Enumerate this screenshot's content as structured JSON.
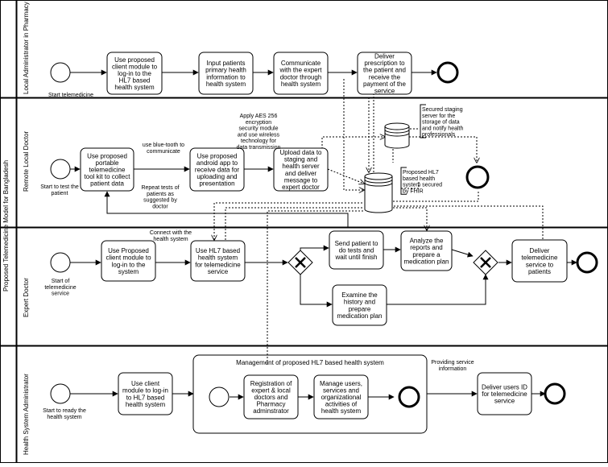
{
  "pool_title": "Proposed Telemedicine Model for Bangladesh",
  "lanes": [
    "Local Administrator in Pharmacy",
    "Remote Local Doctor",
    "Expert Doctor",
    "Health System Administrator"
  ],
  "tasks": {
    "pharm_login": [
      "Use proposed",
      "client module to",
      "log-in to the",
      "HL7 based",
      "health system"
    ],
    "pharm_input": [
      "Input patients",
      "primary health",
      "information to",
      "health system"
    ],
    "pharm_comm": [
      "Communicate",
      "with the expert",
      "doctor through",
      "health system"
    ],
    "pharm_deliver": [
      "Deliver",
      "prescription to",
      "the patient and",
      "receive the",
      "payment of the",
      "service"
    ],
    "rld_toolkit": [
      "Use proposed",
      "portable",
      "telemedicine",
      "tool kit to collect",
      "patient data"
    ],
    "rld_android": [
      "Use proposed",
      "android app to",
      "receive data for",
      "uploading and",
      "presentation"
    ],
    "rld_upload": [
      "Upload data to",
      "staging and",
      "health server",
      "and deliver",
      "message to",
      "expert doctor"
    ],
    "exp_login": [
      "Use Proposed",
      "client module to",
      "log-in to the",
      "system"
    ],
    "exp_hl7": [
      "Use HL7 based",
      "health system",
      "for telemedicine",
      "service"
    ],
    "exp_send": [
      "Send patient to",
      "do tests and",
      "wait until finish"
    ],
    "exp_analyze": [
      "Analyze the",
      "reports and",
      "prepare a",
      "medication plan"
    ],
    "exp_examine": [
      "Examine the",
      "history and",
      "prepare",
      "medication plan"
    ],
    "exp_deliver": [
      "Deliver",
      "telemedicine",
      "service to",
      "patients"
    ],
    "hsa_login": [
      "Use client",
      "module to log-in",
      "to HL7 based",
      "health system"
    ],
    "hsa_reg": [
      "Registration of",
      "expert & local",
      "doctors and",
      "Pharmacy",
      "adminstrator"
    ],
    "hsa_manage": [
      "Manage users,",
      "services and",
      "organizational",
      "activities of",
      "health system"
    ],
    "hsa_deliver": [
      "Deliver users ID",
      "for telemedicine",
      "service"
    ]
  },
  "subprocess_title": "Management of proposed HL7 based health system",
  "annotations": {
    "start_telemedicine": "Start telemedicine",
    "start_test": [
      "Start to test the",
      "patient"
    ],
    "bluetooth": [
      "use blue-tooth to",
      "communicate"
    ],
    "repeat_tests": [
      "Repeat tests of",
      "patients as",
      "suggested by",
      "doctor"
    ],
    "aes": [
      "Apply AES 256",
      "encryption",
      "security module",
      "and use wireless",
      "technology for",
      "data transmission"
    ],
    "staging": [
      "Secured staging",
      "server for the",
      "storage of data",
      "and notify health",
      "professionals"
    ],
    "hl7_server": [
      "Proposed HL7",
      "based health",
      "system secured",
      "by FHIR"
    ],
    "connect": [
      "Connect with the",
      "health system"
    ],
    "start_service": [
      "Start of",
      "telemedicine",
      "service"
    ],
    "start_ready": [
      "Start to ready the",
      "health system"
    ],
    "providing": [
      "Providing service",
      "information"
    ]
  }
}
